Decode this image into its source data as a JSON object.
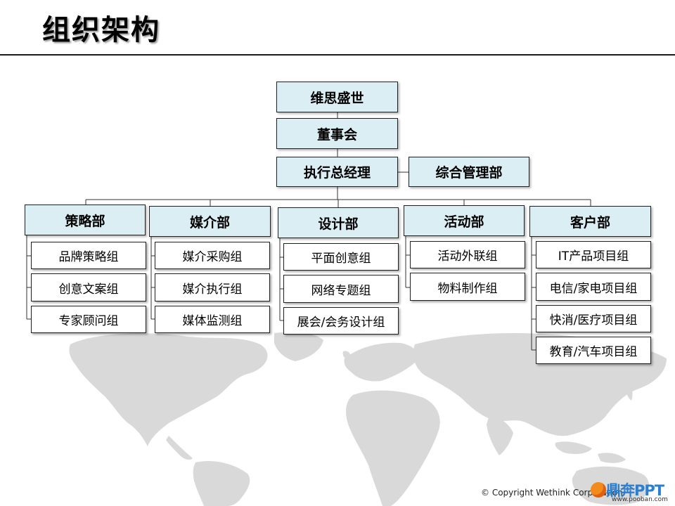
{
  "page": {
    "title": "组织架构",
    "footer": "© Copyright Wethink Corporation",
    "logo": {
      "text": "鼎奔PPT",
      "url": "www.pooban.com"
    }
  },
  "org": {
    "root": "维思盛世",
    "board": "董事会",
    "ceo": "执行总经理",
    "admin": "综合管理部",
    "departments": [
      {
        "name": "策略部",
        "groups": [
          "品牌策略组",
          "创意文案组",
          "专家顾问组"
        ]
      },
      {
        "name": "媒介部",
        "groups": [
          "媒介采购组",
          "媒介执行组",
          "媒体监测组"
        ]
      },
      {
        "name": "设计部",
        "groups": [
          "平面创意组",
          "网络专题组",
          "展会/会务设计组"
        ]
      },
      {
        "name": "活动部",
        "groups": [
          "活动外联组",
          "物料制作组"
        ]
      },
      {
        "name": "客户部",
        "groups": [
          "IT产品项目组",
          "电信/家电项目组",
          "快消/医疗项目组",
          "教育/汽车项目组"
        ]
      }
    ]
  }
}
